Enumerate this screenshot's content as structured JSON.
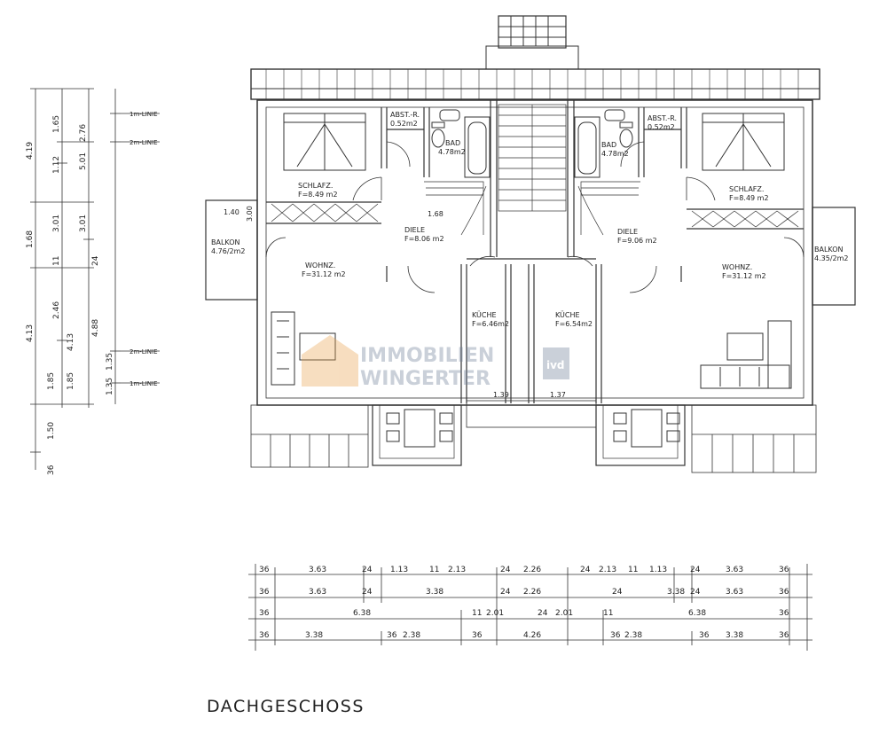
{
  "title": "DACHGESCHOSS",
  "watermark": {
    "line1": "IMMOBILIEN",
    "line2": "WINGERTER",
    "badge": "ivd"
  },
  "rooms": {
    "schlafz_left": {
      "name": "SCHLAFZ.",
      "area": "F=8.49 m2"
    },
    "schlafz_right": {
      "name": "SCHLAFZ.",
      "area": "F=8.49 m2"
    },
    "abst_left": {
      "name": "ABST.-R.",
      "area": "0.52m2"
    },
    "abst_right": {
      "name": "ABST.-R.",
      "area": "0.52m2"
    },
    "bad_left": {
      "name": "BAD",
      "area": "4.78m2"
    },
    "bad_right": {
      "name": "BAD",
      "area": "4.78m2"
    },
    "diele_left": {
      "name": "DIELE",
      "area": "F=8.06 m2"
    },
    "diele_right": {
      "name": "DIELE",
      "area": "F=9.06 m2"
    },
    "wohnz_left": {
      "name": "WOHNZ.",
      "area": "F=31.12 m2"
    },
    "wohnz_right": {
      "name": "WOHNZ.",
      "area": "F=31.12 m2"
    },
    "kueche_left": {
      "name": "KÜCHE",
      "area": "F=6.46m2"
    },
    "kueche_right": {
      "name": "KÜCHE",
      "area": "F=6.54m2"
    },
    "balkon_left": {
      "name": "BALKON",
      "area": "4.76/2m2"
    },
    "balkon_right": {
      "name": "BALKON",
      "area": "4.35/2m2"
    }
  },
  "plan_labels": {
    "l_140": "1.40",
    "l_300": "3.00",
    "l_168": "1.68",
    "l_139": "1.39",
    "l_137": "1.37"
  },
  "left_dims": {
    "col1": [
      "4.19",
      "1.68",
      "4.13",
      "1.85",
      "1.50",
      "36"
    ],
    "col2": [
      "1.65",
      "1.12",
      "3.01",
      "11",
      "2.46",
      "4.13",
      "1.85"
    ],
    "col3": [
      "2.76",
      "5.01",
      "3.01",
      "24",
      "4.88",
      "1.35",
      "1.35"
    ],
    "line_labels": [
      "1m-LINIE",
      "2m-LINIE",
      "2m-LINIE",
      "1m-LINIE"
    ]
  },
  "bottom_dims": {
    "row1": [
      "36",
      "3.63",
      "24",
      "1.13",
      "11",
      "2.13",
      "24",
      "2.26",
      "24",
      "2.13",
      "11",
      "1.13",
      "24",
      "3.63",
      "36"
    ],
    "row2": [
      "36",
      "3.63",
      "24",
      "3.38",
      "24",
      "2.26",
      "24",
      "3.38",
      "24",
      "3.63",
      "36"
    ],
    "row3": [
      "36",
      "6.38",
      "11",
      "2.01",
      "24",
      "2.01",
      "11",
      "6.38",
      "36"
    ],
    "row4": [
      "36",
      "3.38",
      "36",
      "2.38",
      "36",
      "4.26",
      "36",
      "2.38",
      "36",
      "3.38",
      "36"
    ]
  }
}
